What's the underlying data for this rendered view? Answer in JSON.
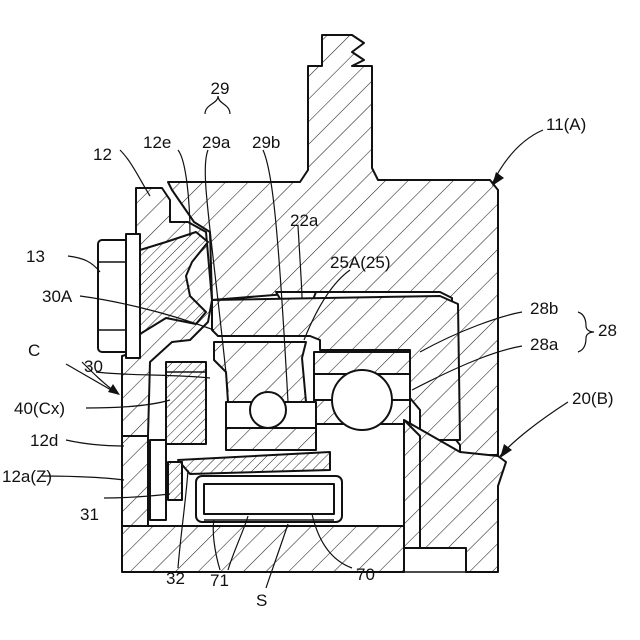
{
  "labels": {
    "l29": "29",
    "l29a": "29a",
    "l29b": "29b",
    "l12": "12",
    "l12e": "12e",
    "l11A": "11(A)",
    "l22a": "22a",
    "l13": "13",
    "l25A": "25A(25)",
    "l30A": "30A",
    "l28b": "28b",
    "l28": "28",
    "l28a": "28a",
    "lC": "C",
    "l30": "30",
    "l20B": "20(B)",
    "l40Cx": "40(Cx)",
    "l12d": "12d",
    "l12aZ": "12a(Z)",
    "l31": "31",
    "l32": "32",
    "l71": "71",
    "l70": "70",
    "lS": "S"
  }
}
